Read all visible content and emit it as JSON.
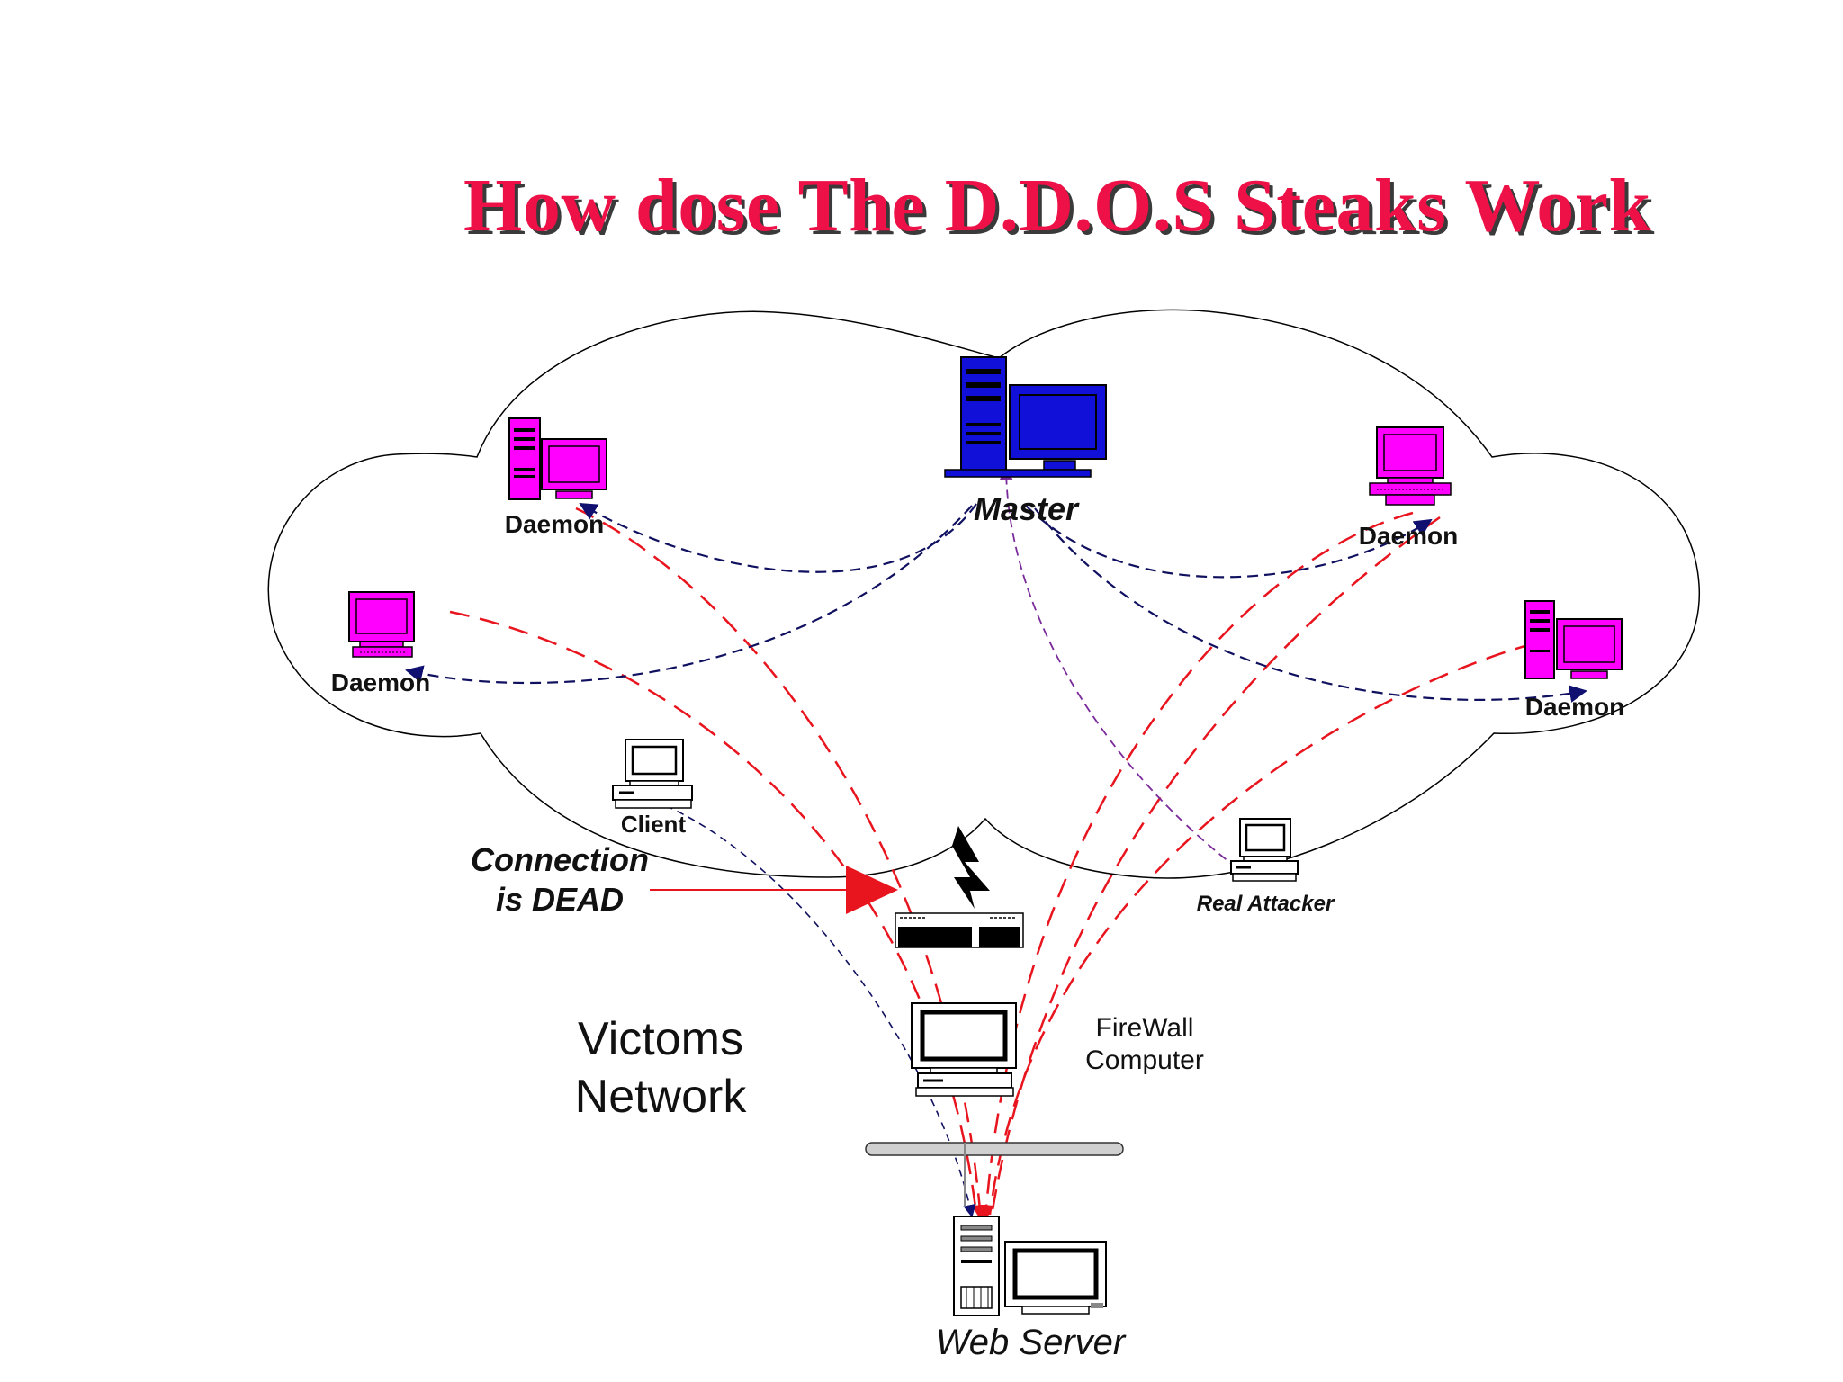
{
  "slide": {
    "title": "How dose The D.D.O.S Steaks Work"
  },
  "nodes": {
    "master": "Master",
    "daemon_top_left": "Daemon",
    "daemon_left": "Daemon",
    "daemon_top_right": "Daemon",
    "daemon_right": "Daemon",
    "client": "Client",
    "real_attacker": "Real Attacker",
    "firewall": [
      "FireWall",
      "Computer"
    ],
    "web_server": "Web Server"
  },
  "annotations": {
    "connection_dead": [
      "Connection",
      "is DEAD"
    ],
    "victims_network": [
      "Victoms",
      "Network"
    ]
  },
  "colors": {
    "title": "#ee1148",
    "master": "#1010d8",
    "daemon": "#ff00ff",
    "attack_lines": "#e8141e",
    "control_lines": "#101060",
    "attacker_lines": "#7a2a9a"
  }
}
